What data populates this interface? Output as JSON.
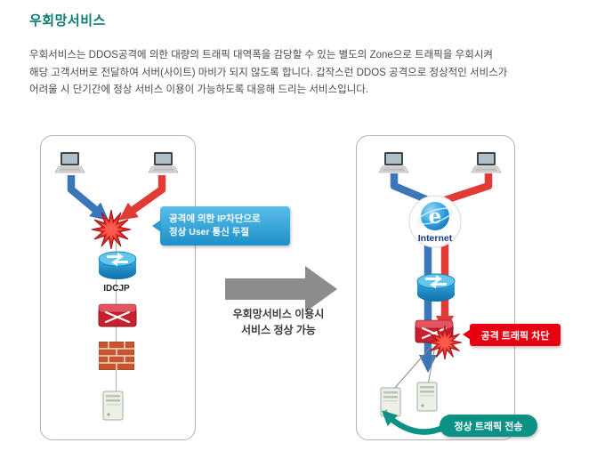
{
  "intro": {
    "title": "우회망서비스",
    "lines": [
      "우회서비스는 DDOS공격에 의한 대량의 트래픽 대역폭을 감당할 수 있는 별도의 Zone으로 트래픽을 우회시켜",
      "해당 고객서버로 전달하여 서버(사이트) 마비가 되지 않도록 합니다. 갑작스런 DDOS 공격으로 정상적인 서비스가",
      "어려울 시 단기간에 정상 서비스 이용이 가능하도록 대응해 드리는 서비스입니다."
    ]
  },
  "left_panel": {
    "router_label": "IDCJP",
    "callout": {
      "line1": "공격에 의한 IP차단으로",
      "line2": "정상 User 통신 두절"
    }
  },
  "middle": {
    "caption_line1": "우회망서비스 이용시",
    "caption_line2": "서비스 정상 가능"
  },
  "right_panel": {
    "internet_e": "e",
    "internet_label": "Internet",
    "attack_callout": "공격 트래픽 차단",
    "normal_callout": "정상 트래픽 전송"
  },
  "colors": {
    "title_teal": "#0b7c6e",
    "callout_blue": "#2a9cd4",
    "callout_red": "#e60012",
    "callout_teal": "#0c9186",
    "arrow_blue": "#3a76b8",
    "arrow_red": "#e23b36",
    "transition_gray": "#8c8c8c"
  },
  "icons": {
    "laptop-icon": "css/svg laptop shape",
    "router-icon": "blue cylinder router",
    "switch-icon": "red switch box",
    "firewall-icon": "brick wall",
    "server-icon": "tower server",
    "internet-logo": "blue e globe",
    "attack-burst-icon": "red starburst",
    "transition-arrow-icon": "gray right arrow"
  }
}
